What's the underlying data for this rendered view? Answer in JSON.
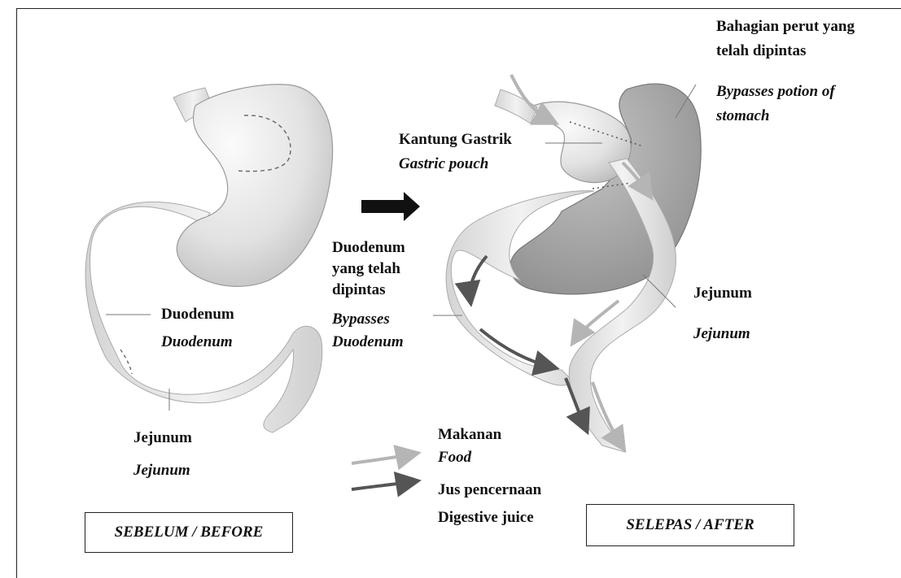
{
  "labels": {
    "before_duodenum": "Duodenum",
    "before_duodenum_en": "Duodenum",
    "before_jejunum": "Jejunum",
    "before_jejunum_en": "Jejunum",
    "bypassed_stomach_line1": "Bahagian perut yang",
    "bypassed_stomach_line2": "telah dipintas",
    "bypassed_stomach_en_line1": "Bypasses potion of",
    "bypassed_stomach_en_line2": "stomach",
    "gastric_pouch": "Kantung Gastrik",
    "gastric_pouch_en": "Gastric pouch",
    "bypassed_duodenum_line1": "Duodenum",
    "bypassed_duodenum_line2": "yang telah",
    "bypassed_duodenum_line3": "dipintas",
    "bypassed_duodenum_en_line1": "Bypasses",
    "bypassed_duodenum_en_line2": "Duodenum",
    "after_jejunum": "Jejunum",
    "after_jejunum_en": "Jejunum"
  },
  "legend": {
    "food": "Makanan",
    "food_en": "Food",
    "juice": "Jus pencernaan",
    "juice_en": "Digestive juice"
  },
  "captions": {
    "before": "SEBELUM / BEFORE",
    "after": "SELEPAS / AFTER"
  },
  "colors": {
    "organ_light": "#e6e6e6",
    "organ_mid": "#c9c9c9",
    "organ_dark": "#9a9a9a",
    "food_arrow": "#b5b5b5",
    "juice_arrow": "#555555"
  }
}
